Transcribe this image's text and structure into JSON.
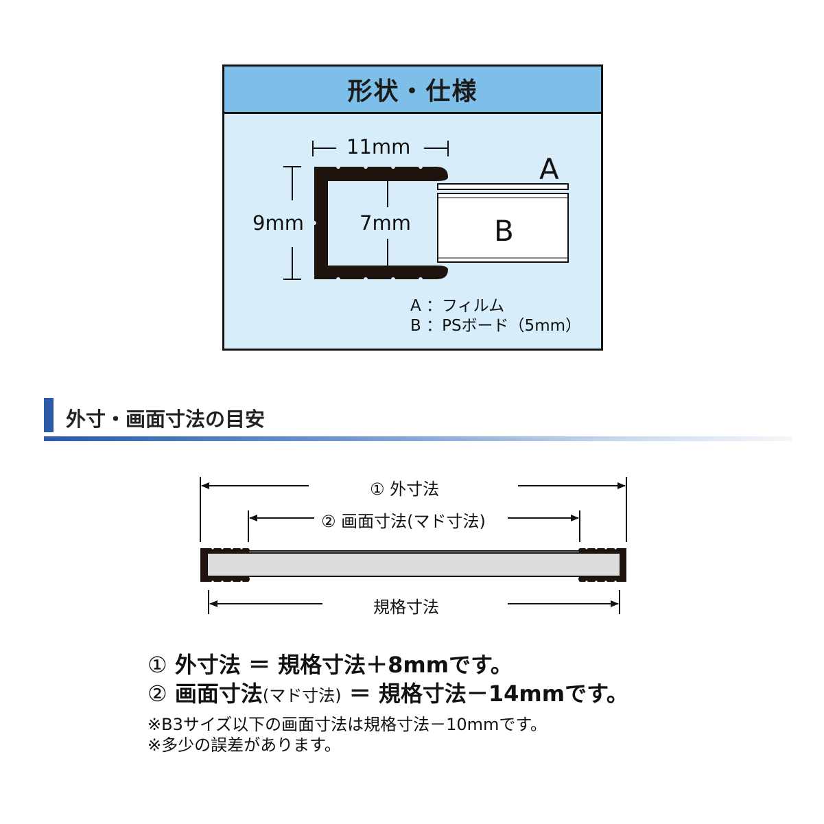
{
  "spec": {
    "title": "形状・仕様",
    "width_label": "11mm",
    "height_label": "9mm",
    "inner_label": "7mm",
    "film_marker": "A",
    "board_marker": "B",
    "legend_a": "A ：フィルム",
    "legend_b": "B ：PSボード（5mm）"
  },
  "section": {
    "title": "外寸・画面寸法の目安"
  },
  "diagram": {
    "outer_label": "① 外寸法",
    "screen_label": "② 画面寸法(マド寸法)",
    "standard_label": "規格寸法"
  },
  "notes": {
    "line1_num": "①",
    "line1_bold": "外寸法 ＝ 規格寸法＋8mmです。",
    "line2_num": "②",
    "line2_bold_a": "画面寸法",
    "line2_light": "(マド寸法)",
    "line2_bold_b": "＝ 規格寸法－14mmです。",
    "line3": "※B3サイズ以下の画面寸法は規格寸法－10mmです。",
    "line4": "※多少の誤差があります。"
  },
  "colors": {
    "header_blue": "#7dbfe9",
    "box_blue": "#d7eefa",
    "accent_navy": "#2a5aa8"
  }
}
